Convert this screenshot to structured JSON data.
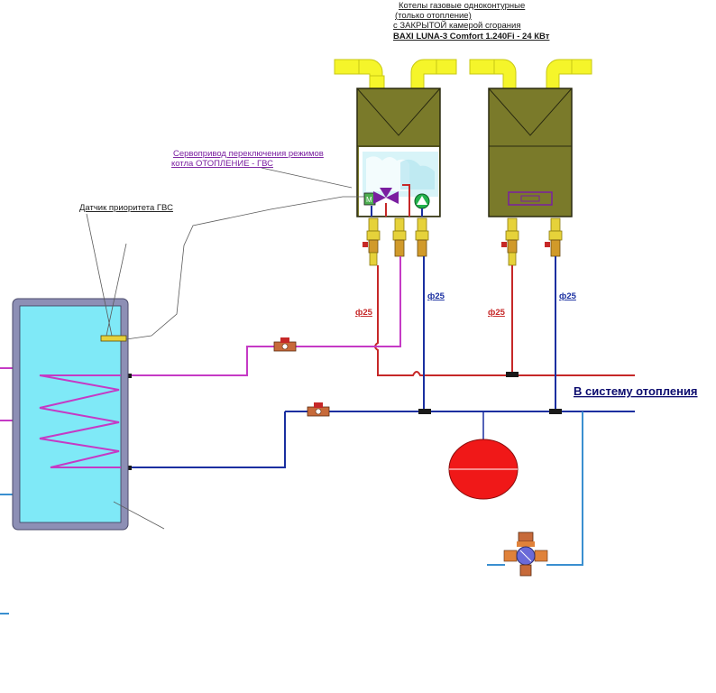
{
  "header": {
    "line1": "Котелы газовые одноконтурные",
    "line2": "(только отопление)",
    "line3": "с ЗАКРЫТОЙ камерой сгорания",
    "line4": "BAXI LUNA-3 Comfort  1.240Fi -       24 КВт"
  },
  "servo": {
    "line1": "Сервопривод переключения режимов",
    "line2": "котла    ОТОПЛЕНИЕ - ГВС"
  },
  "sensor": {
    "label": "Датчик приоритета ГВС"
  },
  "pipe_labels": {
    "supply_1": "ф25",
    "return_1": "ф25",
    "supply_2": "ф25",
    "return_2": "ф25"
  },
  "outlet": {
    "label": "В систему отопления"
  },
  "colors": {
    "boiler_body": "#7a7a2a",
    "chimney": "#f5f52a",
    "tank_fill": "#7fe9f7",
    "tank_frame": "#8d8fb5",
    "supply_pipe": "#c62828",
    "return_pipe": "#1a2fa0",
    "dhw_pipe": "#c53ac5",
    "light_pipe": "#3a8fd0",
    "expansion_tank": "#f01818"
  }
}
